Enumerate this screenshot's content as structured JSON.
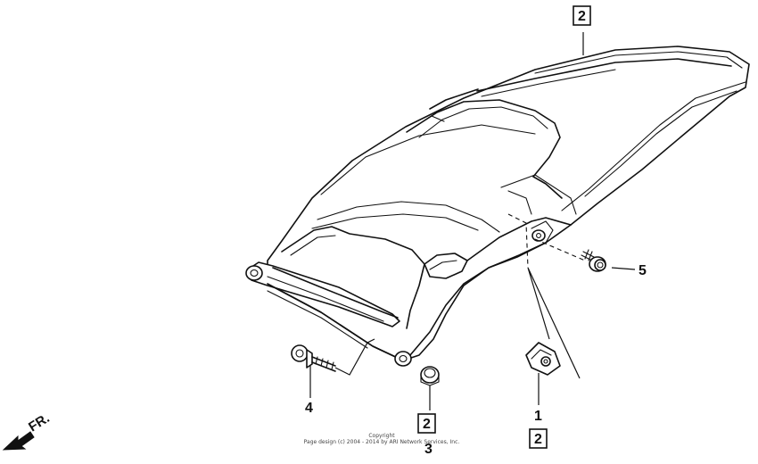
{
  "diagram": {
    "callouts": {
      "box_top": "2",
      "box_mid": "2",
      "box_right": "2",
      "num_1": "1",
      "num_3": "3",
      "num_4": "4",
      "num_5": "5"
    },
    "direction_label": "FR.",
    "copyright_line1": "Copyright",
    "copyright_line2": "Page design (c) 2004 - 2014 by ARI Network Services, Inc."
  }
}
